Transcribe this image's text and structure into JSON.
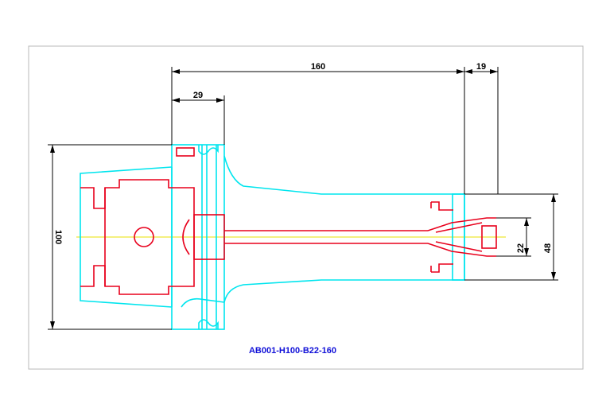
{
  "dimensions": {
    "overall_length": "160",
    "flange_width": "29",
    "nose_extension": "19",
    "outer_diameter": "100",
    "bore_diameter": "22",
    "nose_diameter": "48"
  },
  "part_number": "AB001-H100-B22-160",
  "colors": {
    "outline": "#00e5ee",
    "internal": "#e8001c",
    "dimension": "#000000",
    "centerline": "#e8e000",
    "label": "#1010d8",
    "frame": "#b8b8b8"
  }
}
